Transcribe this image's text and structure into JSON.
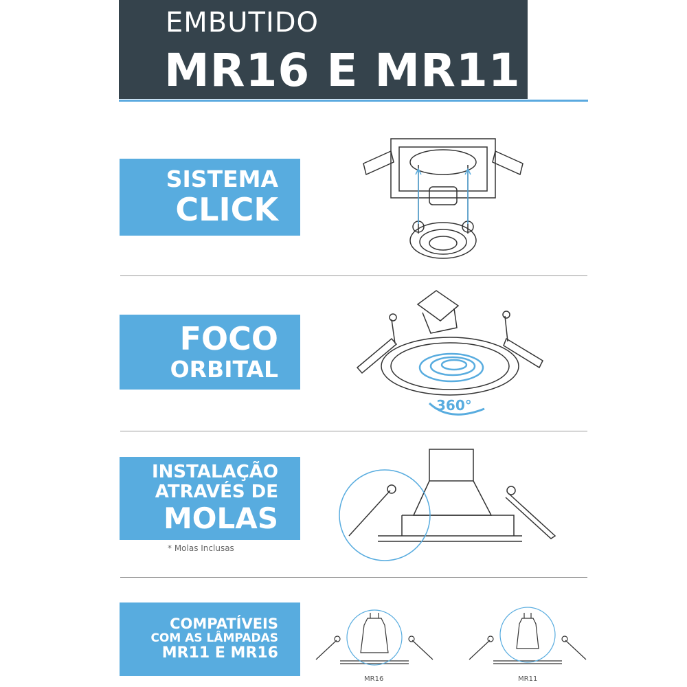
{
  "header": {
    "line1": "EMBUTIDO",
    "line2": "MR16 E MR11"
  },
  "sections": [
    {
      "lines": [
        "SISTEMA",
        "CLICK"
      ]
    },
    {
      "lines": [
        "FOCO",
        "ORBITAL"
      ],
      "badge": "360°"
    },
    {
      "lines": [
        "INSTALAÇÃO",
        "ATRAVÉS DE",
        "MOLAS"
      ],
      "note": "* Molas Inclusas"
    },
    {
      "lines": [
        "COMPATÍVEIS",
        "COM AS LÂMPADAS",
        "MR11 E MR16"
      ],
      "captions": [
        "MR16",
        "MR11"
      ]
    }
  ],
  "colors": {
    "header_bg": "#35434c",
    "accent": "#58acdf",
    "line": "#333333"
  }
}
